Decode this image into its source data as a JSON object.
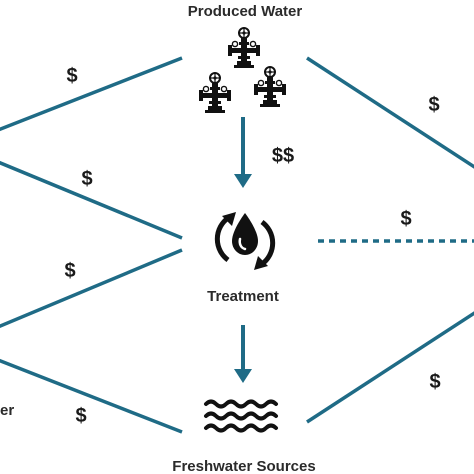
{
  "nodes": {
    "produced_water": "Produced Water",
    "treatment": "Treatment",
    "freshwater_sources": "Freshwater Sources",
    "left_bottom_partial": "er"
  },
  "costs": {
    "left_top": "$",
    "left_mid_upper": "$",
    "left_mid_lower": "$",
    "left_bottom": "$",
    "center_vertical": "$$",
    "right_top": "$",
    "right_mid": "$",
    "right_bottom": "$"
  },
  "icons": {
    "produced_water": "wellhead-icon",
    "treatment": "water-recycle-icon",
    "freshwater_sources": "water-waves-icon"
  },
  "colors": {
    "link": "#1f6b86",
    "text": "#2b2b2b",
    "icon": "#111111"
  }
}
